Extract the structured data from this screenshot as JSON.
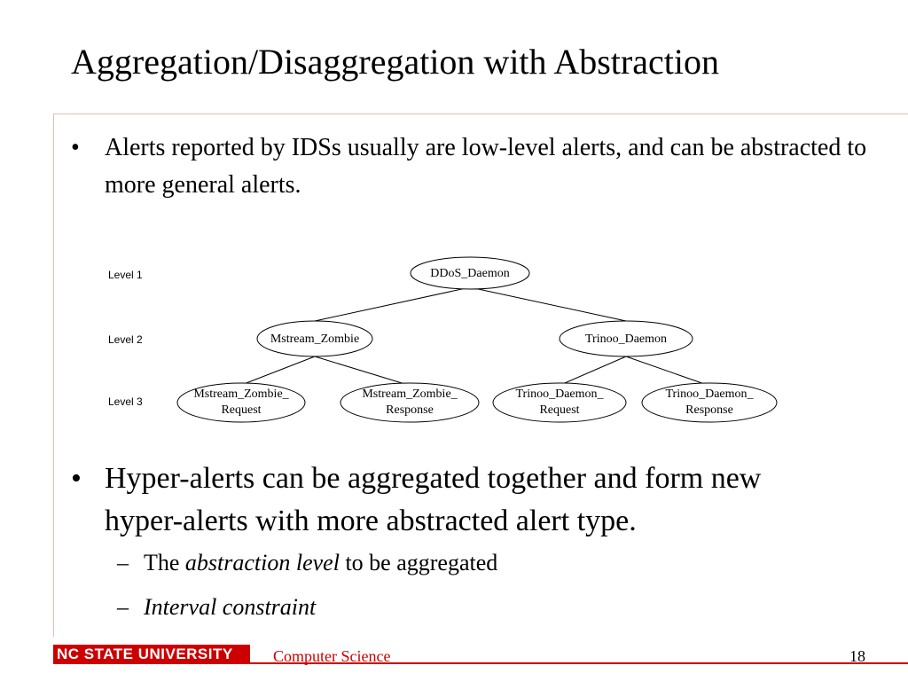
{
  "slide": {
    "title": "Aggregation/Disaggregation with Abstraction",
    "bullets": [
      {
        "marker": "•",
        "text": "Alerts reported by IDSs usually are low-level alerts, and can be abstracted to more general alerts."
      },
      {
        "marker": "•",
        "text": "Hyper-alerts can be aggregated together and form new hyper-alerts with more abstracted alert type.",
        "subitems": [
          {
            "marker": "–",
            "prefix": "The ",
            "emphasis": "abstraction level",
            "suffix": " to be aggregated"
          },
          {
            "marker": "–",
            "emphasis": "Interval constraint"
          }
        ]
      }
    ]
  },
  "diagram": {
    "levels": [
      "Level 1",
      "Level 2",
      "Level 3"
    ],
    "nodes": {
      "ddos": {
        "lines": [
          "DDoS_Daemon"
        ]
      },
      "mstream_zombie": {
        "lines": [
          "Mstream_Zombie"
        ]
      },
      "trinoo_daemon": {
        "lines": [
          "Trinoo_Daemon"
        ]
      },
      "mz_request": {
        "lines": [
          "Mstream_Zombie_",
          "Request"
        ]
      },
      "mz_response": {
        "lines": [
          "Mstream_Zombie_",
          "Response"
        ]
      },
      "td_request": {
        "lines": [
          "Trinoo_Daemon_",
          "Request"
        ]
      },
      "td_response": {
        "lines": [
          "Trinoo_Daemon_",
          "Response"
        ]
      }
    }
  },
  "footer": {
    "logo_text": "NC STATE UNIVERSITY",
    "department": "Computer Science",
    "page_number": "18"
  },
  "colors": {
    "accent": "#cc0000",
    "rule": "#e6bfa8"
  }
}
